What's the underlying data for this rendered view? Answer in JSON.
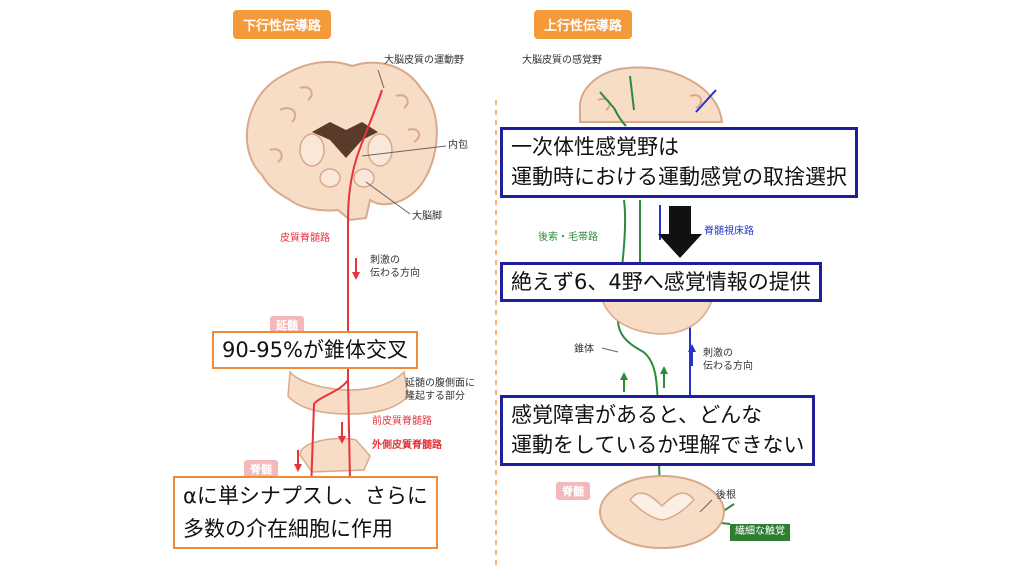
{
  "left_panel": {
    "header": "下行性伝導路",
    "labels": {
      "motor_cortex": "大脳皮質の運動野",
      "internal_capsule": "内包",
      "cerebral_peduncle": "大脳脚",
      "corticospinal_tract": "皮質脊髄路",
      "stimulus_direction_1": "刺激の",
      "stimulus_direction_2": "伝わる方向",
      "medulla": "延髄",
      "pyramid_desc_1": "延髄の腹側面に",
      "pyramid_desc_2": "隆起する部分",
      "anterior_tract": "前皮質脊髄路",
      "lateral_tract": "外側皮質脊髄路",
      "spinal_cord": "脊髄"
    }
  },
  "right_panel": {
    "header": "上行性伝導路",
    "labels": {
      "sensory_cortex": "大脳皮質の感覚野",
      "dorsal_column": "後索・毛帯路",
      "spinothalamic": "脊髄視床路",
      "pyramid": "錐体",
      "stimulus_direction_1": "刺激の",
      "stimulus_direction_2": "伝わる方向",
      "spinal_cord": "脊髄",
      "dorsal_root": "後根",
      "fine_touch": "繊細な触覚"
    }
  },
  "callouts": {
    "decussation": "90-95%が錐体交叉",
    "alpha_line1": "αに単シナプスし、さらに",
    "alpha_line2": "多数の介在細胞に作用",
    "sensory_line1": "一次体性感覚野は",
    "sensory_line2": "運動時における運動感覚の取捨選択",
    "supply": "絶えず6、4野へ感覚情報の提供",
    "disorder_line1": "感覚障害があると、どんな",
    "disorder_line2": "運動をしているか理解できない"
  },
  "colors": {
    "header_orange": "#f59a3a",
    "brain_fill": "#f7dcc6",
    "brain_stroke": "#d9a98a",
    "tract_red": "#e8333a",
    "tract_green": "#2e8b3a",
    "tract_blue": "#2233cc",
    "callout_orange": "#f08a36",
    "callout_blue": "#1f1f9e"
  }
}
